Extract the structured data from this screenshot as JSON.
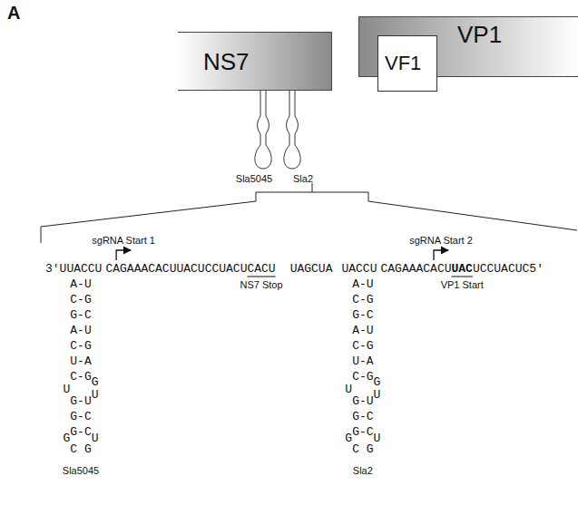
{
  "diagram": {
    "nodes": [
      {
        "text": [
          "NS7"
        ]
      },
      {
        "text": [
          "VP1"
        ]
      },
      {
        "text": [
          "VF1"
        ],
        "in": 1
      }
    ],
    "labels": [
      "A",
      "Sla5045",
      "Sla2",
      "3'",
      "UUACCU",
      "sgRNA Start 1",
      "CAGAAACACUUACUCCUACUCACU",
      "NS7 Stop",
      "UAGCUA",
      "UACCU",
      "sgRNA Start 2",
      "CAGAAACACU",
      "UAC",
      "UCCUACUC",
      "VP1 Start",
      "5'",
      "A-U",
      "C-G",
      "G-C",
      "A-U",
      "C-G",
      "U-A",
      "C-G",
      "G",
      "U",
      "G-U",
      "U",
      "G-C",
      "G",
      "G-C",
      "U",
      "C G",
      "A-U",
      "C-G",
      "G-C",
      "A-U",
      "C-G",
      "U-A",
      "C-G",
      "G",
      "U",
      "G-U",
      "U",
      "G-C",
      "G",
      "G-C",
      "U",
      "C G",
      "Sla5045",
      "Sla2"
    ]
  }
}
